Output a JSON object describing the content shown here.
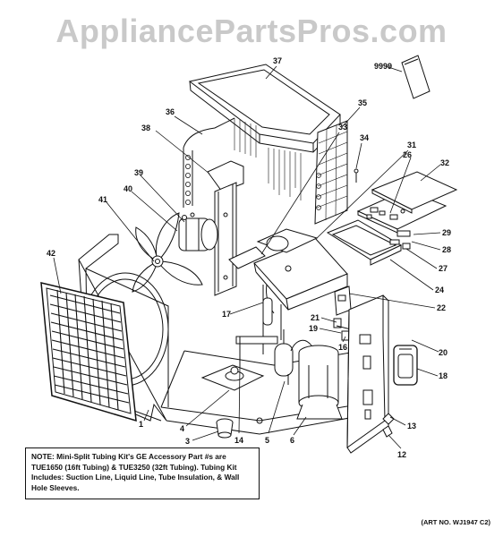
{
  "watermark": "AppliancePartsPros.com",
  "note": "NOTE: Mini-Split Tubing Kit's GE Accessory Part #s are TUE1650 (16ft Tubing) & TUE3250 (32ft Tubing). Tubing Kit Includes: Suction Line, Liquid Line, Tube Insulation, & Wall Hole Sleeves.",
  "art_number": "(ART NO. WJ1947 C2)",
  "callouts": [
    "9999",
    "37",
    "36",
    "38",
    "35",
    "33",
    "34",
    "31",
    "26",
    "32",
    "39",
    "40",
    "41",
    "42",
    "29",
    "28",
    "27",
    "24",
    "22",
    "17",
    "21",
    "19",
    "16",
    "20",
    "18",
    "1",
    "4",
    "3",
    "14",
    "5",
    "6",
    "13",
    "12"
  ]
}
